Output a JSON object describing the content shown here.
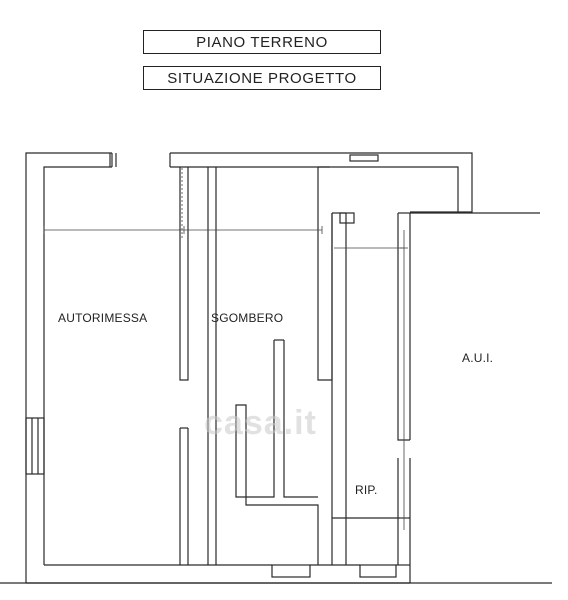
{
  "header": {
    "level": "PIANO TERRENO",
    "status": "SITUAZIONE PROGETTO"
  },
  "rooms": {
    "garage": "AUTORIMESSA",
    "storage": "SGOMBERO",
    "closet": "RIP.",
    "common_area": "A.U.I."
  },
  "watermark": "casa.it"
}
